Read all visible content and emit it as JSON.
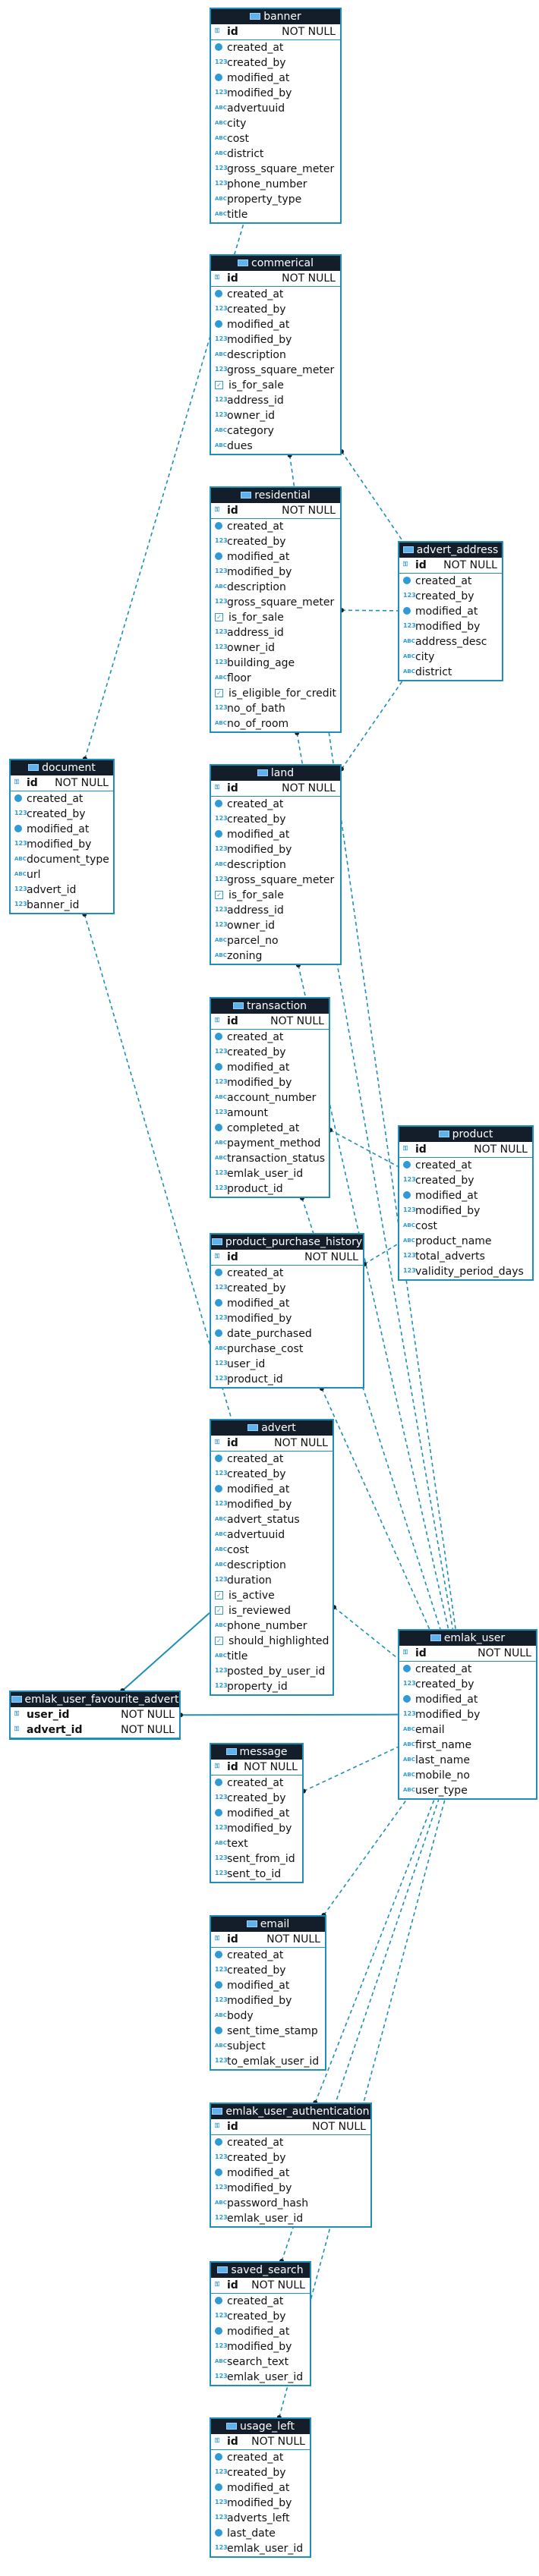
{
  "not_null_label": "NOT NULL",
  "colors": {
    "border": "#1f8fb8",
    "header_bg": "#141e2b",
    "icon": "#2e9bd6"
  },
  "tables": [
    {
      "id": "banner",
      "name": "banner",
      "pk": [
        {
          "name": "id",
          "type": "num",
          "nn": true
        }
      ],
      "cols": [
        {
          "name": "created_at",
          "type": "time"
        },
        {
          "name": "created_by",
          "type": "num"
        },
        {
          "name": "modified_at",
          "type": "time"
        },
        {
          "name": "modified_by",
          "type": "num"
        },
        {
          "name": "advertuuid",
          "type": "text"
        },
        {
          "name": "city",
          "type": "text"
        },
        {
          "name": "cost",
          "type": "text"
        },
        {
          "name": "district",
          "type": "text"
        },
        {
          "name": "gross_square_meter",
          "type": "num"
        },
        {
          "name": "phone_number",
          "type": "num"
        },
        {
          "name": "property_type",
          "type": "text"
        },
        {
          "name": "title",
          "type": "text"
        }
      ]
    },
    {
      "id": "commerical",
      "name": "commerical",
      "pk": [
        {
          "name": "id",
          "type": "num",
          "nn": true
        }
      ],
      "cols": [
        {
          "name": "created_at",
          "type": "time"
        },
        {
          "name": "created_by",
          "type": "num"
        },
        {
          "name": "modified_at",
          "type": "time"
        },
        {
          "name": "modified_by",
          "type": "num"
        },
        {
          "name": "description",
          "type": "text"
        },
        {
          "name": "gross_square_meter",
          "type": "num"
        },
        {
          "name": "is_for_sale",
          "type": "bool"
        },
        {
          "name": "address_id",
          "type": "num"
        },
        {
          "name": "owner_id",
          "type": "num"
        },
        {
          "name": "category",
          "type": "text"
        },
        {
          "name": "dues",
          "type": "text"
        }
      ]
    },
    {
      "id": "residential",
      "name": "residential",
      "pk": [
        {
          "name": "id",
          "type": "num",
          "nn": true
        }
      ],
      "cols": [
        {
          "name": "created_at",
          "type": "time"
        },
        {
          "name": "created_by",
          "type": "num"
        },
        {
          "name": "modified_at",
          "type": "time"
        },
        {
          "name": "modified_by",
          "type": "num"
        },
        {
          "name": "description",
          "type": "text"
        },
        {
          "name": "gross_square_meter",
          "type": "num"
        },
        {
          "name": "is_for_sale",
          "type": "bool"
        },
        {
          "name": "address_id",
          "type": "num"
        },
        {
          "name": "owner_id",
          "type": "num"
        },
        {
          "name": "building_age",
          "type": "num"
        },
        {
          "name": "floor",
          "type": "text"
        },
        {
          "name": "is_eligible_for_credit",
          "type": "bool"
        },
        {
          "name": "no_of_bath",
          "type": "num"
        },
        {
          "name": "no_of_room",
          "type": "text"
        }
      ]
    },
    {
      "id": "advert_address",
      "name": "advert_address",
      "pk": [
        {
          "name": "id",
          "type": "num",
          "nn": true
        }
      ],
      "cols": [
        {
          "name": "created_at",
          "type": "time"
        },
        {
          "name": "created_by",
          "type": "num"
        },
        {
          "name": "modified_at",
          "type": "time"
        },
        {
          "name": "modified_by",
          "type": "num"
        },
        {
          "name": "address_desc",
          "type": "text"
        },
        {
          "name": "city",
          "type": "text"
        },
        {
          "name": "district",
          "type": "text"
        }
      ]
    },
    {
      "id": "document",
      "name": "document",
      "pk": [
        {
          "name": "id",
          "type": "num",
          "nn": true
        }
      ],
      "cols": [
        {
          "name": "created_at",
          "type": "time"
        },
        {
          "name": "created_by",
          "type": "num"
        },
        {
          "name": "modified_at",
          "type": "time"
        },
        {
          "name": "modified_by",
          "type": "num"
        },
        {
          "name": "document_type",
          "type": "text"
        },
        {
          "name": "url",
          "type": "text"
        },
        {
          "name": "advert_id",
          "type": "num"
        },
        {
          "name": "banner_id",
          "type": "num"
        }
      ]
    },
    {
      "id": "land",
      "name": "land",
      "pk": [
        {
          "name": "id",
          "type": "num",
          "nn": true
        }
      ],
      "cols": [
        {
          "name": "created_at",
          "type": "time"
        },
        {
          "name": "created_by",
          "type": "num"
        },
        {
          "name": "modified_at",
          "type": "time"
        },
        {
          "name": "modified_by",
          "type": "num"
        },
        {
          "name": "description",
          "type": "text"
        },
        {
          "name": "gross_square_meter",
          "type": "num"
        },
        {
          "name": "is_for_sale",
          "type": "bool"
        },
        {
          "name": "address_id",
          "type": "num"
        },
        {
          "name": "owner_id",
          "type": "num"
        },
        {
          "name": "parcel_no",
          "type": "text"
        },
        {
          "name": "zoning",
          "type": "text"
        }
      ]
    },
    {
      "id": "transaction",
      "name": "transaction",
      "pk": [
        {
          "name": "id",
          "type": "num",
          "nn": true
        }
      ],
      "cols": [
        {
          "name": "created_at",
          "type": "time"
        },
        {
          "name": "created_by",
          "type": "num"
        },
        {
          "name": "modified_at",
          "type": "time"
        },
        {
          "name": "modified_by",
          "type": "num"
        },
        {
          "name": "account_number",
          "type": "text"
        },
        {
          "name": "amount",
          "type": "num"
        },
        {
          "name": "completed_at",
          "type": "time"
        },
        {
          "name": "payment_method",
          "type": "text"
        },
        {
          "name": "transaction_status",
          "type": "text"
        },
        {
          "name": "emlak_user_id",
          "type": "num"
        },
        {
          "name": "product_id",
          "type": "num"
        }
      ]
    },
    {
      "id": "product",
      "name": "product",
      "pk": [
        {
          "name": "id",
          "type": "num",
          "nn": true
        }
      ],
      "cols": [
        {
          "name": "created_at",
          "type": "time"
        },
        {
          "name": "created_by",
          "type": "num"
        },
        {
          "name": "modified_at",
          "type": "time"
        },
        {
          "name": "modified_by",
          "type": "num"
        },
        {
          "name": "cost",
          "type": "text"
        },
        {
          "name": "product_name",
          "type": "text"
        },
        {
          "name": "total_adverts",
          "type": "num"
        },
        {
          "name": "validity_period_days",
          "type": "num"
        }
      ]
    },
    {
      "id": "product_purchase_history",
      "name": "product_purchase_history",
      "pk": [
        {
          "name": "id",
          "type": "num",
          "nn": true
        }
      ],
      "cols": [
        {
          "name": "created_at",
          "type": "time"
        },
        {
          "name": "created_by",
          "type": "num"
        },
        {
          "name": "modified_at",
          "type": "time"
        },
        {
          "name": "modified_by",
          "type": "num"
        },
        {
          "name": "date_purchased",
          "type": "time"
        },
        {
          "name": "purchase_cost",
          "type": "text"
        },
        {
          "name": "user_id",
          "type": "num"
        },
        {
          "name": "product_id",
          "type": "num"
        }
      ]
    },
    {
      "id": "advert",
      "name": "advert",
      "pk": [
        {
          "name": "id",
          "type": "num",
          "nn": true
        }
      ],
      "cols": [
        {
          "name": "created_at",
          "type": "time"
        },
        {
          "name": "created_by",
          "type": "num"
        },
        {
          "name": "modified_at",
          "type": "time"
        },
        {
          "name": "modified_by",
          "type": "num"
        },
        {
          "name": "advert_status",
          "type": "text"
        },
        {
          "name": "advertuuid",
          "type": "text"
        },
        {
          "name": "cost",
          "type": "text"
        },
        {
          "name": "description",
          "type": "text"
        },
        {
          "name": "duration",
          "type": "num"
        },
        {
          "name": "is_active",
          "type": "bool"
        },
        {
          "name": "is_reviewed",
          "type": "bool"
        },
        {
          "name": "phone_number",
          "type": "text"
        },
        {
          "name": "should_highlighted",
          "type": "bool"
        },
        {
          "name": "title",
          "type": "text"
        },
        {
          "name": "posted_by_user_id",
          "type": "num"
        },
        {
          "name": "property_id",
          "type": "num"
        }
      ]
    },
    {
      "id": "emlak_user_favourite_advert",
      "name": "emlak_user_favourite_advert",
      "pk": [
        {
          "name": "user_id",
          "type": "num",
          "nn": true
        },
        {
          "name": "advert_id",
          "type": "num",
          "nn": true
        }
      ],
      "cols": []
    },
    {
      "id": "emlak_user",
      "name": "emlak_user",
      "pk": [
        {
          "name": "id",
          "type": "num",
          "nn": true
        }
      ],
      "cols": [
        {
          "name": "created_at",
          "type": "time"
        },
        {
          "name": "created_by",
          "type": "num"
        },
        {
          "name": "modified_at",
          "type": "time"
        },
        {
          "name": "modified_by",
          "type": "num"
        },
        {
          "name": "email",
          "type": "text"
        },
        {
          "name": "first_name",
          "type": "text"
        },
        {
          "name": "last_name",
          "type": "text"
        },
        {
          "name": "mobile_no",
          "type": "text"
        },
        {
          "name": "user_type",
          "type": "text"
        }
      ]
    },
    {
      "id": "message",
      "name": "message",
      "pk": [
        {
          "name": "id",
          "type": "num",
          "nn": true
        }
      ],
      "cols": [
        {
          "name": "created_at",
          "type": "time"
        },
        {
          "name": "created_by",
          "type": "num"
        },
        {
          "name": "modified_at",
          "type": "time"
        },
        {
          "name": "modified_by",
          "type": "num"
        },
        {
          "name": "text",
          "type": "text"
        },
        {
          "name": "sent_from_id",
          "type": "num"
        },
        {
          "name": "sent_to_id",
          "type": "num"
        }
      ]
    },
    {
      "id": "email",
      "name": "email",
      "pk": [
        {
          "name": "id",
          "type": "num",
          "nn": true
        }
      ],
      "cols": [
        {
          "name": "created_at",
          "type": "time"
        },
        {
          "name": "created_by",
          "type": "num"
        },
        {
          "name": "modified_at",
          "type": "time"
        },
        {
          "name": "modified_by",
          "type": "num"
        },
        {
          "name": "body",
          "type": "text"
        },
        {
          "name": "sent_time_stamp",
          "type": "time"
        },
        {
          "name": "subject",
          "type": "text"
        },
        {
          "name": "to_emlak_user_id",
          "type": "num"
        }
      ]
    },
    {
      "id": "emlak_user_authentication",
      "name": "emlak_user_authentication",
      "pk": [
        {
          "name": "id",
          "type": "num",
          "nn": true
        }
      ],
      "cols": [
        {
          "name": "created_at",
          "type": "time"
        },
        {
          "name": "created_by",
          "type": "num"
        },
        {
          "name": "modified_at",
          "type": "time"
        },
        {
          "name": "modified_by",
          "type": "num"
        },
        {
          "name": "password_hash",
          "type": "text"
        },
        {
          "name": "emlak_user_id",
          "type": "num"
        }
      ]
    },
    {
      "id": "saved_search",
      "name": "saved_search",
      "pk": [
        {
          "name": "id",
          "type": "num",
          "nn": true
        }
      ],
      "cols": [
        {
          "name": "created_at",
          "type": "time"
        },
        {
          "name": "created_by",
          "type": "num"
        },
        {
          "name": "modified_at",
          "type": "time"
        },
        {
          "name": "modified_by",
          "type": "num"
        },
        {
          "name": "search_text",
          "type": "text"
        },
        {
          "name": "emlak_user_id",
          "type": "num"
        }
      ]
    },
    {
      "id": "usage_left",
      "name": "usage_left",
      "pk": [
        {
          "name": "id",
          "type": "num",
          "nn": true
        }
      ],
      "cols": [
        {
          "name": "created_at",
          "type": "time"
        },
        {
          "name": "created_by",
          "type": "num"
        },
        {
          "name": "modified_at",
          "type": "time"
        },
        {
          "name": "modified_by",
          "type": "num"
        },
        {
          "name": "adverts_left",
          "type": "num"
        },
        {
          "name": "last_date",
          "type": "time"
        },
        {
          "name": "emlak_user_id",
          "type": "num"
        }
      ]
    }
  ],
  "relationships": [
    {
      "from": "document",
      "to": "banner"
    },
    {
      "from": "document",
      "to": "advert"
    },
    {
      "from": "commerical",
      "to": "advert_address"
    },
    {
      "from": "residential",
      "to": "advert_address"
    },
    {
      "from": "land",
      "to": "advert_address"
    },
    {
      "from": "commerical",
      "to": "emlak_user"
    },
    {
      "from": "residential",
      "to": "emlak_user"
    },
    {
      "from": "land",
      "to": "emlak_user"
    },
    {
      "from": "transaction",
      "to": "product"
    },
    {
      "from": "transaction",
      "to": "emlak_user"
    },
    {
      "from": "product_purchase_history",
      "to": "product"
    },
    {
      "from": "product_purchase_history",
      "to": "emlak_user"
    },
    {
      "from": "advert",
      "to": "emlak_user"
    },
    {
      "from": "emlak_user_favourite_advert",
      "to": "advert",
      "identifying": true
    },
    {
      "from": "emlak_user_favourite_advert",
      "to": "emlak_user",
      "identifying": true
    },
    {
      "from": "message",
      "to": "emlak_user"
    },
    {
      "from": "email",
      "to": "emlak_user"
    },
    {
      "from": "emlak_user_authentication",
      "to": "emlak_user"
    },
    {
      "from": "saved_search",
      "to": "emlak_user"
    },
    {
      "from": "usage_left",
      "to": "emlak_user"
    }
  ]
}
